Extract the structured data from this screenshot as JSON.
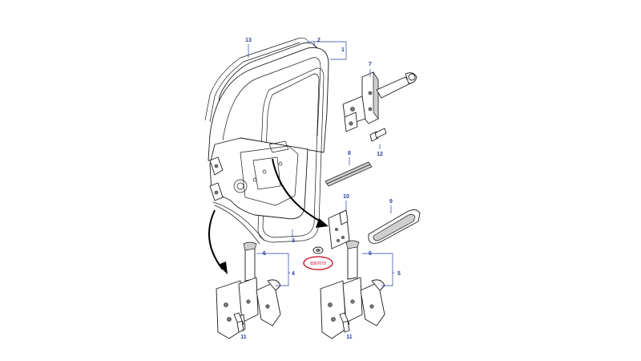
{
  "diagram": {
    "callouts": {
      "c1": "1",
      "c2": "2",
      "c3": "3",
      "c4": "4",
      "c5": "5",
      "c6a": "6",
      "c6b": "6",
      "c7": "7",
      "c8": "8",
      "c9": "9",
      "c10": "10",
      "c11a": "11",
      "c11b": "11",
      "c12": "12",
      "c13": "13"
    },
    "highlighted_part_number": "8367079",
    "colors": {
      "callout": "#2b3fa0",
      "highlight": "#c4001c",
      "line": "#1a1a1a"
    }
  }
}
